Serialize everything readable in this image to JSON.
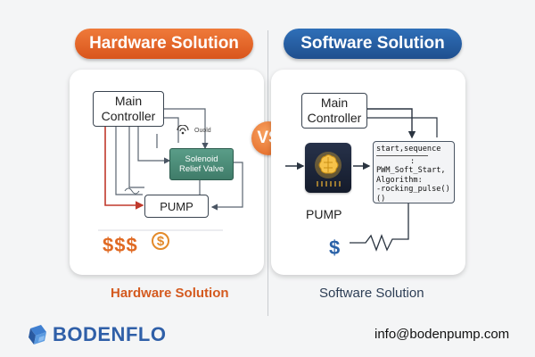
{
  "headers": {
    "hardware": "Hardware Solution",
    "software": "Software Solution"
  },
  "vs": "VS",
  "hardware": {
    "main_controller": "Main\nController",
    "valve_small_label": "Ouold",
    "valve_label": "Solenoid\nRelief Valve",
    "pump": "PUMP",
    "cost": "$$$",
    "coin": "$",
    "caption": "Hardware Solution"
  },
  "software": {
    "main_controller": "Main\nController",
    "pump": "PUMP",
    "code_lines": [
      "start,sequence",
      ":",
      "PWM_Soft_Start,",
      "Algorithm:",
      "-rocking_pulse()",
      "()"
    ],
    "cost": "$",
    "caption": "Software Solution"
  },
  "footer": {
    "logo_text": "BODENFLO",
    "email": "info@bodenpump.com"
  },
  "colors": {
    "hardware_accent": "#e06a23",
    "software_accent": "#2a62a8",
    "valve": "#4d8e7a"
  }
}
